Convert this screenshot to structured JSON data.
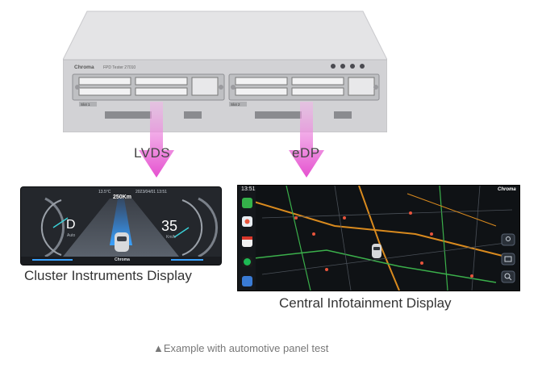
{
  "tester": {
    "brand": "Chroma",
    "model": "FPD Tester 27010",
    "slot1": "Slot 1",
    "slot2": "Slot 2"
  },
  "links": {
    "left_interface": "LVDS",
    "right_interface": "eDP"
  },
  "cluster": {
    "temperature": "13.5°C",
    "datetime": "2023/04/01 13:51",
    "range": "250Km",
    "gear": "D",
    "gear_sub": "Auto",
    "speed": "35",
    "speed_unit": "Km/h",
    "brand": "Chroma",
    "caption": "Cluster Instruments Display"
  },
  "infotainment": {
    "time": "13:51",
    "brand": "Chroma",
    "caption": "Central Infotainment Display"
  },
  "footnote": "▲Example with automotive panel test",
  "colors": {
    "arrow_pink": "#e96bd4",
    "chassis": "#d9d9db",
    "map_bg": "#0f1215",
    "road_orange": "#d98a1e",
    "road_green": "#3bb04b"
  }
}
